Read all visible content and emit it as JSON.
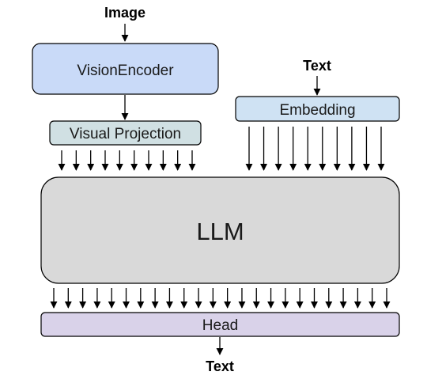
{
  "inputs": {
    "image": "Image",
    "text": "Text"
  },
  "output": {
    "text": "Text"
  },
  "blocks": {
    "vision_encoder": "VisionEncoder",
    "visual_projection": "Visual Projection",
    "embedding": "Embedding",
    "llm": "LLM",
    "head": "Head"
  },
  "colors": {
    "vision_encoder_fill": "#c9daf8",
    "visual_projection_fill": "#d0e0e3",
    "embedding_fill": "#cfe2f3",
    "llm_fill": "#d9d9d9",
    "head_fill": "#d9d2e9",
    "stroke": "#000000"
  }
}
